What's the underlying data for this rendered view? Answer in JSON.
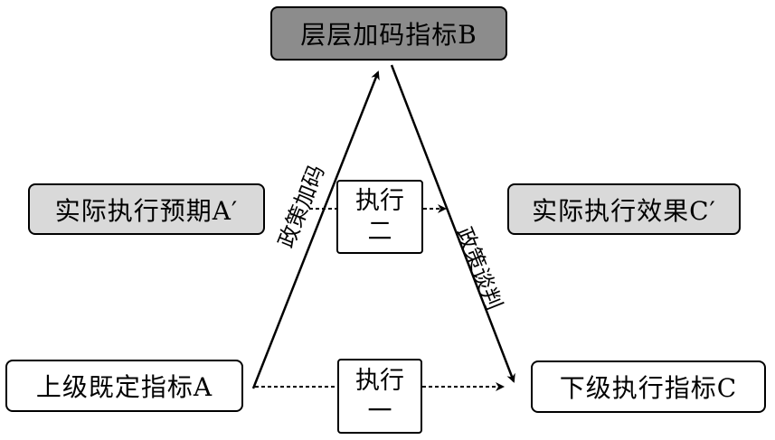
{
  "nodes": {
    "top": "层层加码指标B",
    "left_mid": "实际执行预期A′",
    "right_mid": "实际执行效果C′",
    "bottom_left": "上级既定指标A",
    "bottom_right": "下级执行指标C"
  },
  "exec_top": {
    "line1": "执行",
    "line2": "二"
  },
  "exec_bottom": {
    "line1": "执行",
    "line2": "一"
  },
  "edge_labels": {
    "left": "政策加码",
    "right": "政策谈判"
  },
  "colors": {
    "top_fill": "#8c8c8c",
    "mid_fill": "#d9d9d9",
    "bottom_fill": "#ffffff"
  }
}
